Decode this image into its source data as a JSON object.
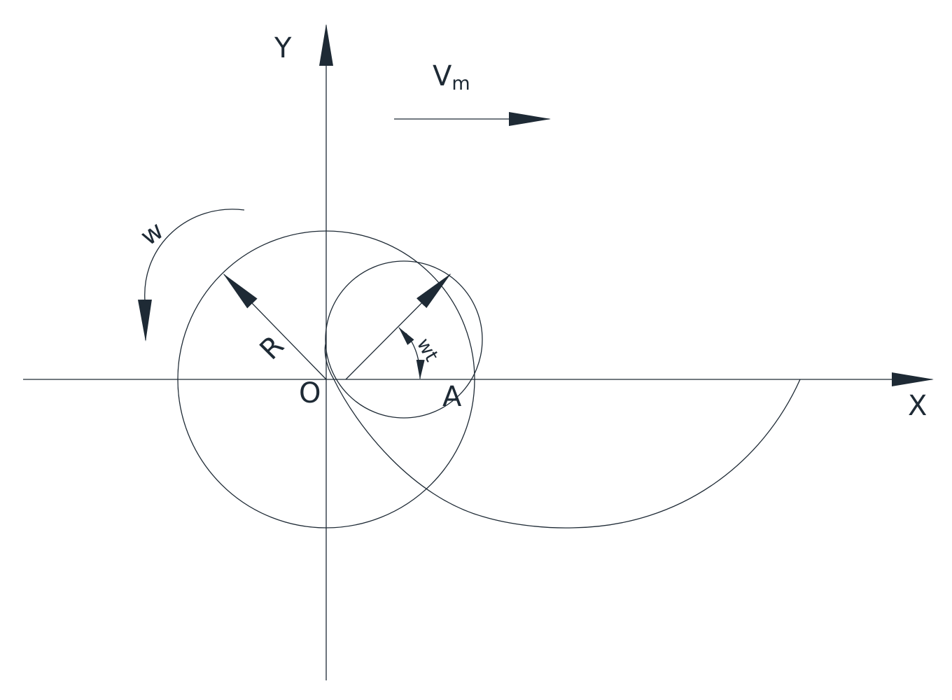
{
  "diagram": {
    "labels": {
      "y_axis": "Y",
      "x_axis": "X",
      "origin": "O",
      "point_a": "A",
      "radius": "R",
      "velocity_main": "V",
      "velocity_sub": "m",
      "angular_velocity": "w",
      "angle": "wt"
    },
    "colors": {
      "ink": "#1e2a35",
      "background": "#ffffff"
    }
  }
}
